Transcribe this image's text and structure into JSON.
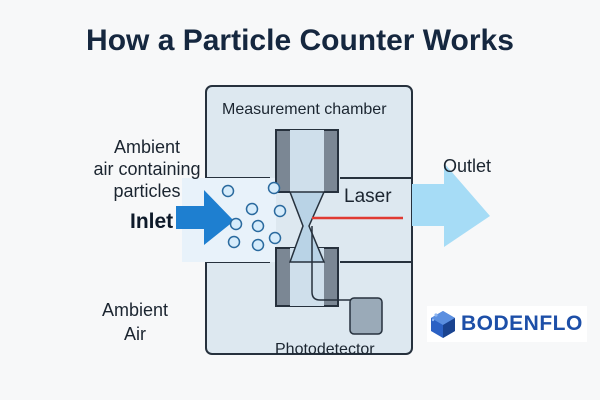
{
  "title": "How a Particle Counter Works",
  "labels": {
    "measurement_chamber": "Measurement chamber",
    "ambient_particles_line1": "Ambient",
    "ambient_particles_line2": "air containing",
    "ambient_particles_line3": "particles",
    "inlet": "Inlet",
    "outlet": "Outlet",
    "laser": "Laser",
    "ambient_air_line1": "Ambient",
    "ambient_air_line2": "Air",
    "photodetector": "Photodetector"
  },
  "logo": {
    "text": "BODENFLO"
  },
  "colors": {
    "title": "#15273f",
    "chamber_fill": "#dde8f0",
    "outline": "#26313d",
    "inlet_arrow": "#1e7fd0",
    "outlet_arrow": "#a6dcf6",
    "laser": "#e03a32",
    "particle_fill": "#d6ecfb",
    "particle_stroke": "#2a6a9e",
    "logo": "#1d4fa8"
  },
  "icons": {
    "inlet": "arrow-right-icon",
    "outlet": "arrow-right-icon",
    "particles": "circle-particle",
    "logo": "bodenflo-cube-logo"
  }
}
